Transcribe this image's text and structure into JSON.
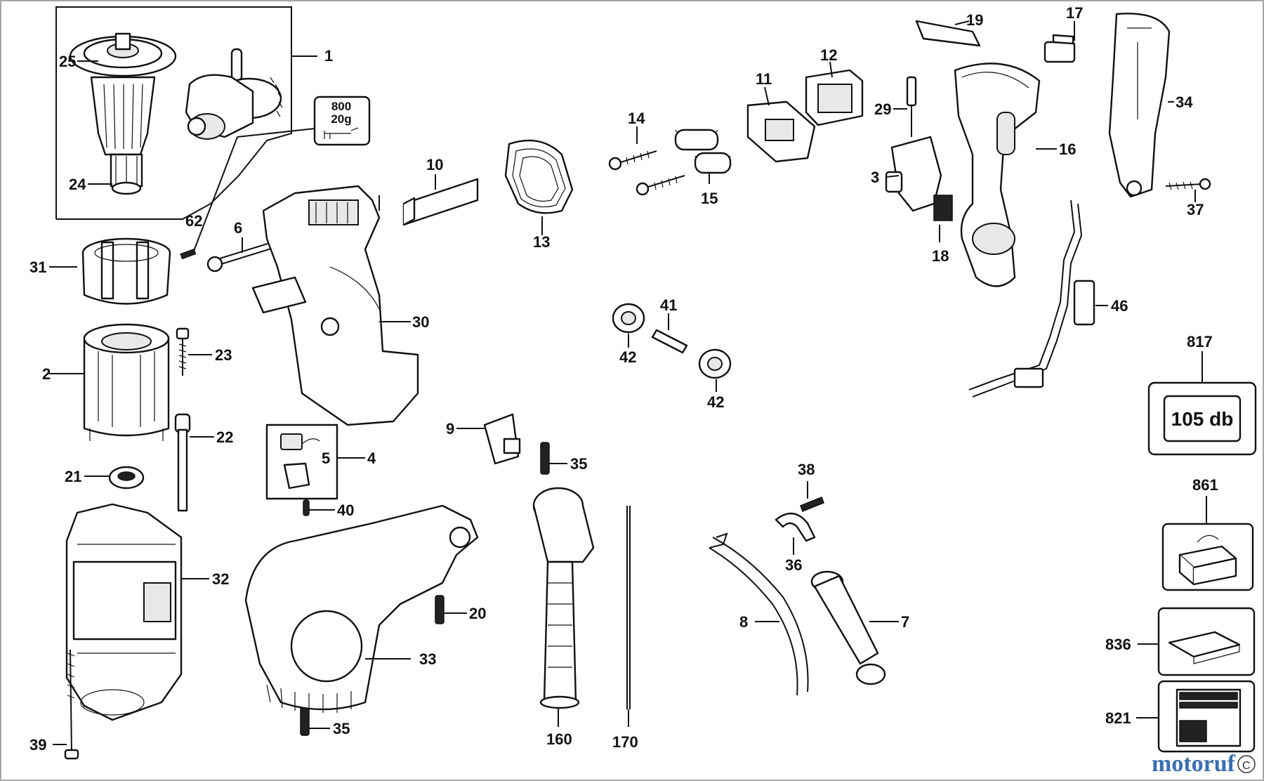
{
  "part_labels": {
    "p1": "1",
    "p2": "2",
    "p3": "3",
    "p4": "4",
    "p5": "5",
    "p6": "6",
    "p7": "7",
    "p8": "8",
    "p9": "9",
    "p10": "10",
    "p11": "11",
    "p12": "12",
    "p13": "13",
    "p14": "14",
    "p15a": "15",
    "p16": "16",
    "p17": "17",
    "p18": "18",
    "p19": "19",
    "p20": "20",
    "p21": "21",
    "p22": "22",
    "p23": "23",
    "p24": "24",
    "p25": "25",
    "p29": "29",
    "p30": "30",
    "p31": "31",
    "p32": "32",
    "p33": "33",
    "p34": "34",
    "p35a": "35",
    "p35b": "35",
    "p36": "36",
    "p37": "37",
    "p38": "38",
    "p39": "39",
    "p40": "40",
    "p41": "41",
    "p42a": "42",
    "p42b": "42",
    "p46": "46",
    "p62": "62",
    "p160": "160",
    "p170": "170",
    "p817": "817",
    "p861": "861",
    "p836": "836",
    "p821": "821"
  },
  "grease_box": {
    "amount": "800",
    "weight": "20g"
  },
  "noise_label": {
    "value": "105 db"
  },
  "watermark": {
    "text": "motoruf",
    "suffix": "C"
  }
}
